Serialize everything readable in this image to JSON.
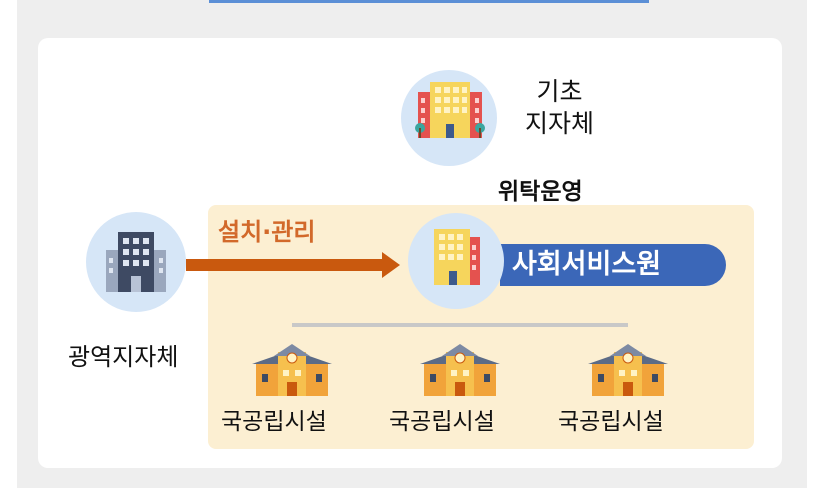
{
  "labels": {
    "kiso_line1": "기초",
    "kiso_line2": "지자체",
    "wituk": "위탁운영",
    "seolchi": "설치·관리",
    "gwangyeok": "광역지자체",
    "social_service": "사회서비스원"
  },
  "facilities": [
    {
      "label": "국공립시설"
    },
    {
      "label": "국공립시설"
    },
    {
      "label": "국공립시설"
    }
  ],
  "colors": {
    "arrow": "#c9590e",
    "pill": "#3b67b8",
    "zone": "#fcefd2",
    "circle": "#d6e6f7",
    "seolchi_text": "#d2692a"
  },
  "icons": {
    "kiso": "colorful-building-icon",
    "gwangyeok": "office-building-icon",
    "social_service": "building-icon",
    "facility": "school-icon"
  }
}
